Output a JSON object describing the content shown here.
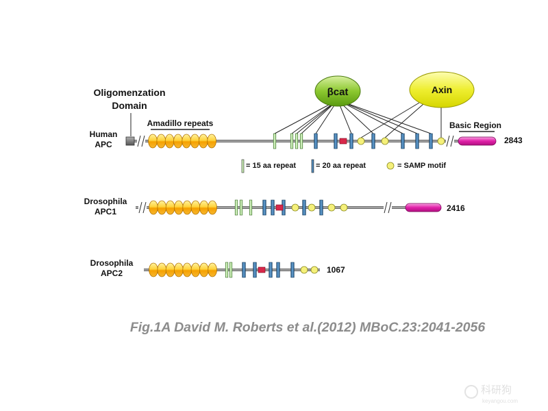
{
  "titles": {
    "oligo_line1": "Oligomenzation",
    "oligo_line2": "Domain",
    "armadillo": "Amadillo repeats",
    "basic": "Basic  Region",
    "bcat": "βcat",
    "axin": "Axin"
  },
  "proteins": [
    {
      "id": "human-apc",
      "label_line1": "Human",
      "label_line2": "APC",
      "length": "2843"
    },
    {
      "id": "drosophila-apc1",
      "label_line1": "Drosophila",
      "label_line2": "APC1",
      "length": "2416"
    },
    {
      "id": "drosophila-apc2",
      "label_line1": "Drosophila",
      "label_line2": "APC2",
      "length": "1067"
    }
  ],
  "legend": {
    "r15": "= 15 aa repeat",
    "r20": "= 20 aa repeat",
    "samp": "= SAMP motif"
  },
  "caption": "Fig.1A David M. Roberts et al.(2012) MBoC.23:2041-2056",
  "watermark": {
    "text": "科研狗",
    "sub": "keyangou.com"
  },
  "colors": {
    "armadillo": "#f5a800",
    "repeat15": "#b8e6a0",
    "repeat20": "#3a78a8",
    "samp": "#f5f07a",
    "basic": "#e0209e",
    "bcat": "#7ab820",
    "axin": "#e6e620",
    "red_box": "#d8284a"
  }
}
